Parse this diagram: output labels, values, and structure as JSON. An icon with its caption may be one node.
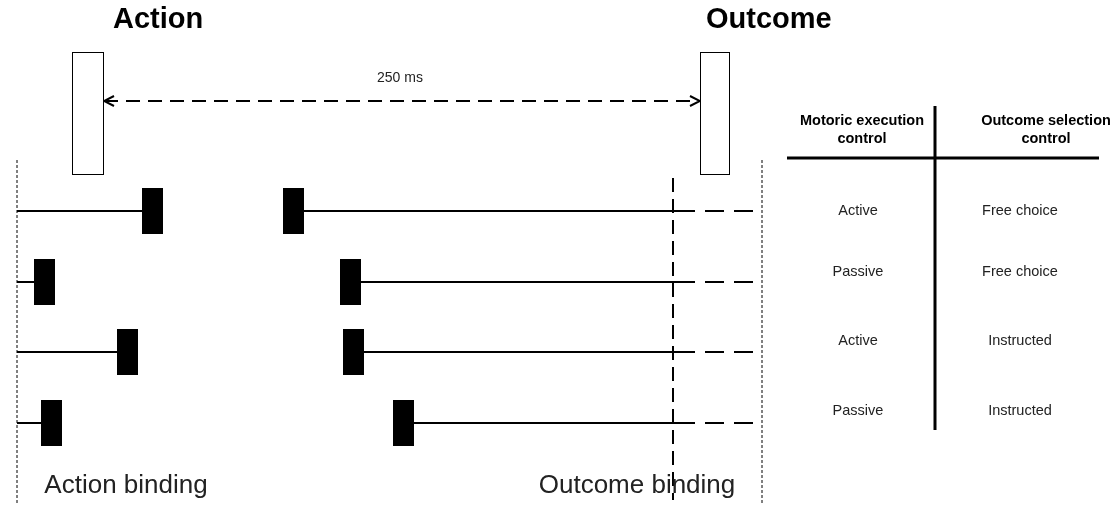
{
  "diagram": {
    "nodes": [
      {
        "text": [
          "Action"
        ]
      },
      {
        "text": [
          "Outcome"
        ]
      }
    ],
    "edges": [
      {
        "from": 0,
        "to": 1,
        "arrow": "both",
        "label": "250 ms",
        "style": "dashed"
      }
    ],
    "labels": [
      "Motoric execution control",
      "Outcome selection control",
      "Active",
      "Free choice",
      "Passive",
      "Free choice",
      "Active",
      "Instructed",
      "Passive",
      "Instructed",
      "Action binding",
      "Outcome binding"
    ]
  }
}
